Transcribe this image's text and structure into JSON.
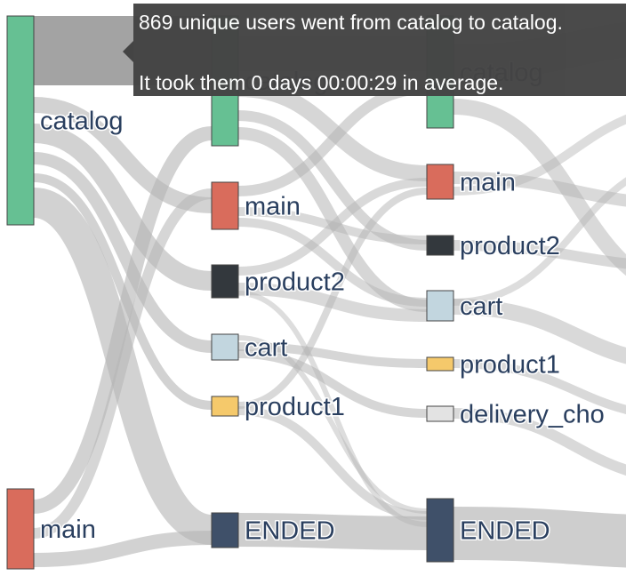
{
  "chart_data": {
    "type": "sankey",
    "columns": [
      {
        "step": 1,
        "nodes": [
          {
            "label": "catalog",
            "color": "#66c093"
          },
          {
            "label": "main",
            "color": "#d96c5c"
          }
        ]
      },
      {
        "step": 2,
        "nodes": [
          {
            "label": "catalog",
            "color": "#66c093"
          },
          {
            "label": "main",
            "color": "#d96c5c"
          },
          {
            "label": "product2",
            "color": "#33383d"
          },
          {
            "label": "cart",
            "color": "#c2d6df"
          },
          {
            "label": "product1",
            "color": "#f5c96b"
          },
          {
            "label": "ENDED",
            "color": "#3f5069"
          }
        ]
      },
      {
        "step": 3,
        "nodes": [
          {
            "label": "catalog",
            "color": "#66c093"
          },
          {
            "label": "main",
            "color": "#d96c5c"
          },
          {
            "label": "product2",
            "color": "#33383d"
          },
          {
            "label": "cart",
            "color": "#c2d6df"
          },
          {
            "label": "product1",
            "color": "#f5c96b"
          },
          {
            "label": "delivery_cho",
            "color": "#e3e3e3"
          },
          {
            "label": "ENDED",
            "color": "#3f5069"
          }
        ]
      }
    ],
    "highlighted_link": {
      "from": "catalog",
      "to": "catalog",
      "users": 869
    },
    "link_color": "#b4b4b4",
    "highlight_color": "#999999"
  },
  "tooltip": {
    "line1": "869 unique users went from catalog to catalog.",
    "line2": "It took them 0 days 00:00:29 in average."
  }
}
